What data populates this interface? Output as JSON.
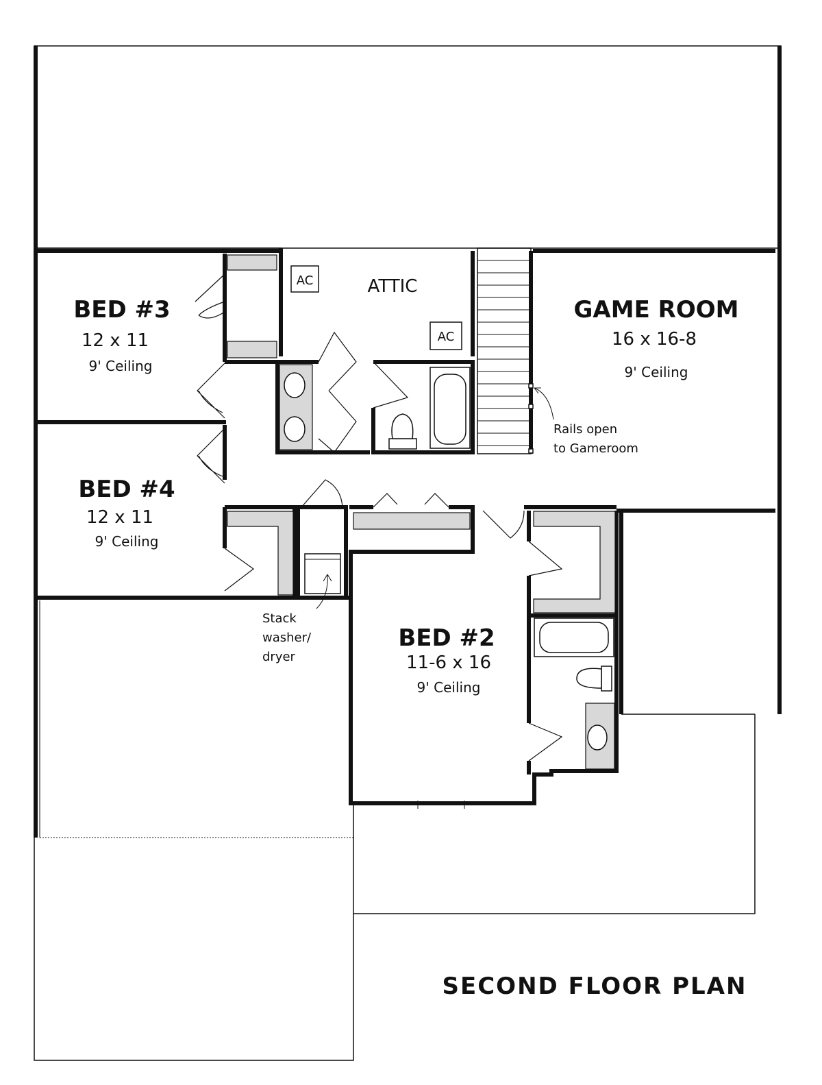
{
  "plan_title": "SECOND FLOOR PLAN",
  "rooms": {
    "bed3": {
      "name": "BED #3",
      "size": "12 x 11",
      "ceiling": "9' Ceiling"
    },
    "bed4": {
      "name": "BED #4",
      "size": "12 x 11",
      "ceiling": "9' Ceiling"
    },
    "bed2": {
      "name": "BED #2",
      "size": "11-6 x 16",
      "ceiling": "9' Ceiling"
    },
    "gameroom": {
      "name": "GAME ROOM",
      "size": "16 x 16-8",
      "ceiling": "9' Ceiling"
    },
    "attic": {
      "name": "ATTIC"
    }
  },
  "ac_units": [
    "AC",
    "AC"
  ],
  "notes": {
    "rails_line1": "Rails open",
    "rails_line2": "to Gameroom",
    "laundry_line1": "Stack",
    "laundry_line2": "washer/",
    "laundry_line3": "dryer"
  }
}
